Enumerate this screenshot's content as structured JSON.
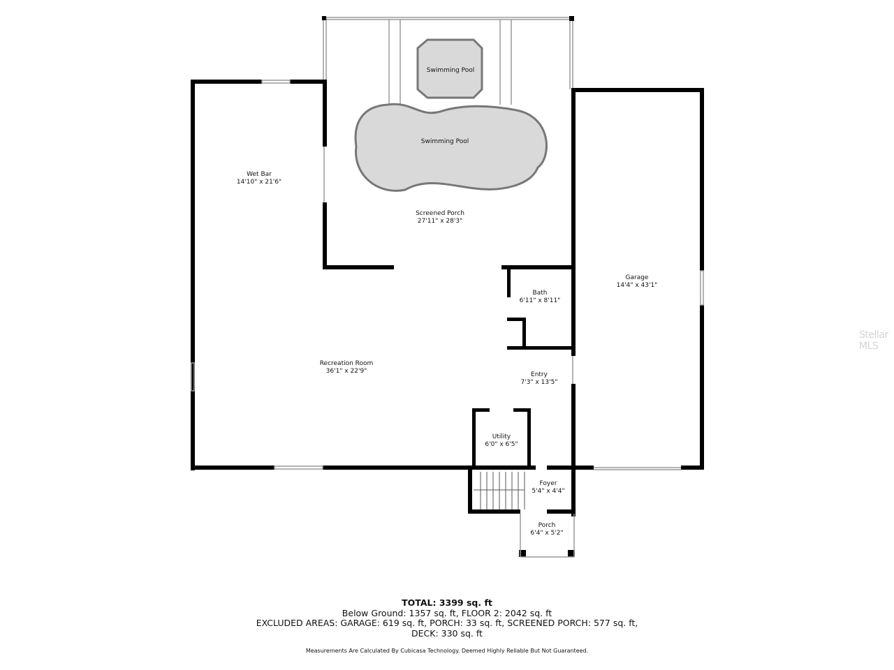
{
  "rooms": {
    "pool_small": {
      "name": "Swimming Pool"
    },
    "pool_large": {
      "name": "Swimming Pool"
    },
    "wet_bar": {
      "name": "Wet Bar",
      "dims": "14'10\" x 21'6\""
    },
    "screened_porch": {
      "name": "Screened Porch",
      "dims": "27'11\" x 28'3\""
    },
    "garage": {
      "name": "Garage",
      "dims": "14'4\" x 43'1\""
    },
    "bath": {
      "name": "Bath",
      "dims": "6'11\" x 8'11\""
    },
    "recreation_room": {
      "name": "Recreation Room",
      "dims": "36'1\" x 22'9\""
    },
    "entry": {
      "name": "Entry",
      "dims": "7'3\" x 13'5\""
    },
    "utility": {
      "name": "Utility",
      "dims": "6'0\" x 6'5\""
    },
    "foyer": {
      "name": "Foyer",
      "dims": "5'4\" x 4'4\""
    },
    "porch": {
      "name": "Porch",
      "dims": "6'4\" x 5'2\""
    }
  },
  "summary": {
    "total": "TOTAL: 3399 sq. ft",
    "line1": "Below Ground: 1357 sq. ft, FLOOR 2: 2042 sq. ft",
    "line2": "EXCLUDED AREAS: GARAGE: 619 sq. ft, PORCH: 33 sq. ft, SCREENED PORCH: 577 sq. ft,",
    "line3": "DECK: 330 sq. ft"
  },
  "disclaimer": "Measurements Are Calculated By Cubicasa Technology. Deemed Highly Reliable But Not Guaranteed.",
  "watermark": "Stellar MLS",
  "colors": {
    "wall": "#000000",
    "pool_fill": "#d9d9d9",
    "thin_line": "#9a9a9a"
  }
}
